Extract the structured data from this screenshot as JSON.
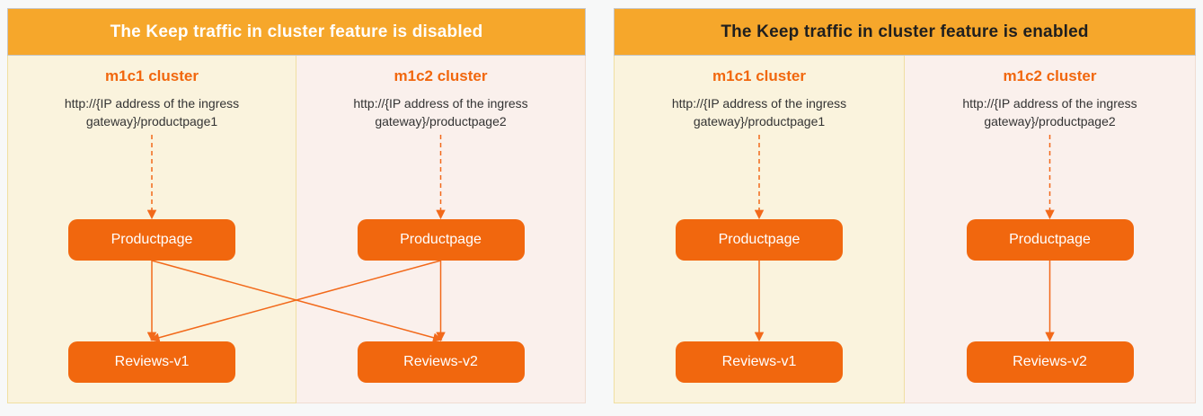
{
  "colors": {
    "page_bg": "#f7f8f8",
    "header_bg": "#f6a72b",
    "header_border": "#c6c6c6",
    "cream_bg": "#faf3dd",
    "cream_border": "#f0dfa2",
    "pink_bg": "#faf0ec",
    "pink_border": "#f0ddd2",
    "node_bg": "#f1670e",
    "node_text": "#ffffff",
    "cluster_title": "#f1670e",
    "url_text": "#333333",
    "arrow": "#f2691a"
  },
  "diagrams": [
    {
      "id": "disabled",
      "title": "The Keep traffic in cluster feature is disabled",
      "title_color": "#ffffff",
      "clusters": [
        {
          "name": "m1c1 cluster",
          "url": "http://{IP address of the ingress gateway}/productpage1",
          "productpage_label": "Productpage",
          "reviews_label": "Reviews-v1"
        },
        {
          "name": "m1c2 cluster",
          "url": "http://{IP address of the ingress gateway}/productpage2",
          "productpage_label": "Productpage",
          "reviews_label": "Reviews-v2"
        }
      ],
      "edges": [
        {
          "style": "dashed",
          "from": "url-0",
          "to": "productpage-0"
        },
        {
          "style": "dashed",
          "from": "url-1",
          "to": "productpage-1"
        },
        {
          "style": "solid",
          "from": "productpage-0",
          "to": "reviews-0"
        },
        {
          "style": "solid",
          "from": "productpage-0",
          "to": "reviews-1"
        },
        {
          "style": "solid",
          "from": "productpage-1",
          "to": "reviews-0"
        },
        {
          "style": "solid",
          "from": "productpage-1",
          "to": "reviews-1"
        }
      ]
    },
    {
      "id": "enabled",
      "title": "The Keep traffic in cluster feature is enabled",
      "title_color": "#1f1f1f",
      "clusters": [
        {
          "name": "m1c1 cluster",
          "url": "http://{IP address of the ingress gateway}/productpage1",
          "productpage_label": "Productpage",
          "reviews_label": "Reviews-v1"
        },
        {
          "name": "m1c2 cluster",
          "url": "http://{IP address of the ingress gateway}/productpage2",
          "productpage_label": "Productpage",
          "reviews_label": "Reviews-v2"
        }
      ],
      "edges": [
        {
          "style": "dashed",
          "from": "url-0",
          "to": "productpage-0"
        },
        {
          "style": "dashed",
          "from": "url-1",
          "to": "productpage-1"
        },
        {
          "style": "solid",
          "from": "productpage-0",
          "to": "reviews-0"
        },
        {
          "style": "solid",
          "from": "productpage-1",
          "to": "reviews-1"
        }
      ]
    }
  ]
}
